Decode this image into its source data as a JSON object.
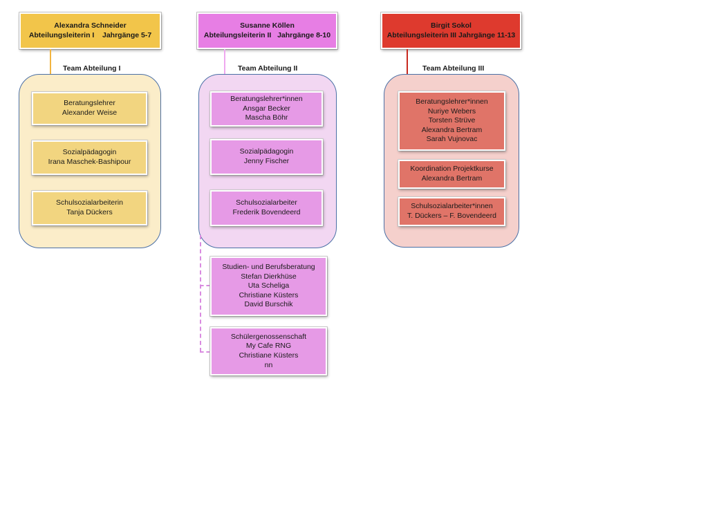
{
  "departments": [
    {
      "head_name": "Alexandra Schneider",
      "head_role": "Abteilungsleiterin I    Jahrgänge 5-7",
      "team_label": "Team Abteilung I",
      "members": [
        {
          "lines": [
            "Beratungslehrer",
            "Alexander Weise"
          ]
        },
        {
          "lines": [
            "Sozialpädagogin",
            "Irana Maschek-Bashipour"
          ]
        },
        {
          "lines": [
            "Schulsozialarbeiterin",
            "Tanja Dückers"
          ]
        }
      ]
    },
    {
      "head_name": "Susanne Köllen",
      "head_role": "Abteilungsleiterin II   Jahrgänge 8-10",
      "team_label": "Team Abteilung II",
      "members": [
        {
          "lines": [
            "Beratungslehrer*innen",
            "Ansgar Becker",
            "Mascha Böhr"
          ]
        },
        {
          "lines": [
            "Sozialpädagogin",
            "Jenny Fischer"
          ]
        },
        {
          "lines": [
            "Schulsozialarbeiter",
            "Frederik Bovendeerd"
          ]
        }
      ],
      "extra": [
        {
          "lines": [
            "Studien- und Berufsberatung",
            "Stefan Dierkhüse",
            "Uta Scheliga",
            "Christiane Küsters",
            "David Burschik"
          ]
        },
        {
          "lines": [
            "Schülergenossenschaft",
            "My Cafe RNG",
            "Christiane Küsters",
            "nn"
          ]
        }
      ]
    },
    {
      "head_name": "Birgit Sokol",
      "head_role": "Abteilungsleiterin III Jahrgänge 11-13",
      "team_label": "Team Abteilung III",
      "members": [
        {
          "lines": [
            "Beratungslehrer*innen",
            "Nuriye Webers",
            "Torsten Strüve",
            "Alexandra Bertram",
            "Sarah Vujnovac"
          ]
        },
        {
          "lines": [
            "Koordination Projektkurse",
            "Alexandra Bertram"
          ]
        },
        {
          "lines": [
            "Schulsozialarbeiter*innen",
            "T. Dückers – F. Bovendeerd"
          ]
        }
      ]
    }
  ],
  "colors": {
    "dept1_head": "#f2c54a",
    "dept1_member": "#f2d580",
    "dept1_team_bg": "#fbedc9",
    "dept2_head": "#e77ee4",
    "dept2_member": "#e69ae6",
    "dept2_team_bg": "#f2d7f2",
    "dept3_head": "#de3a2e",
    "dept3_member": "#e07468",
    "dept3_team_bg": "#f5d0cc",
    "container_border": "#4a6fa5"
  }
}
